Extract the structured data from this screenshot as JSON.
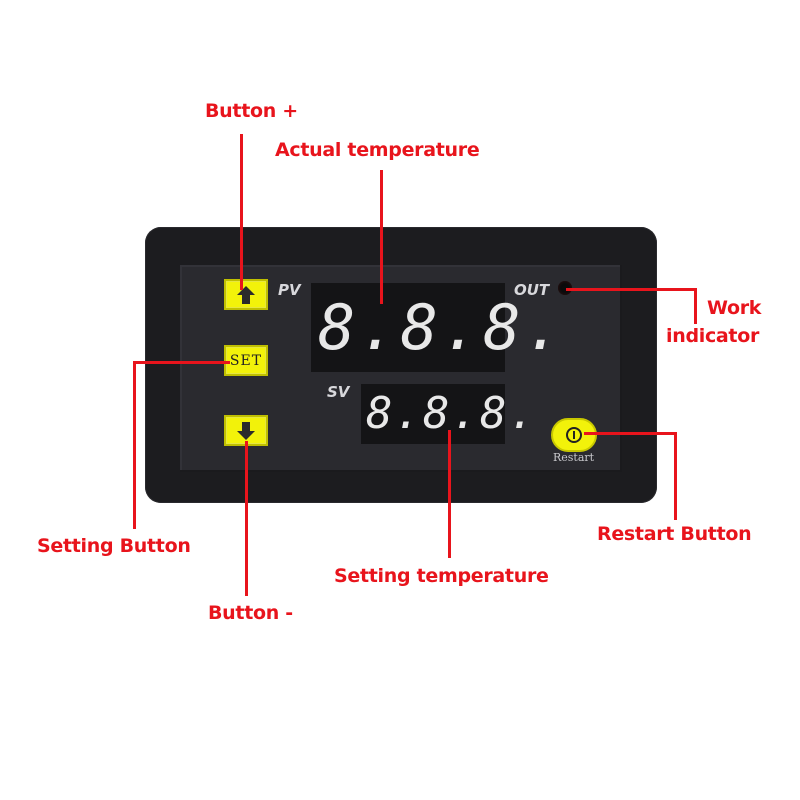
{
  "device": {
    "pv_tag": "PV",
    "sv_tag": "SV",
    "out_tag": "OUT",
    "pv_display": "8.8.8.",
    "sv_display": "8.8.8.",
    "buttons": {
      "up": {
        "icon": "up-arrow-icon",
        "glyph": "🡅"
      },
      "set": {
        "label": "SET"
      },
      "down": {
        "icon": "down-arrow-icon",
        "glyph": "🡇"
      },
      "restart": {
        "icon": "power-icon",
        "label": "Restart"
      }
    },
    "colors": {
      "body": "#1c1c1f",
      "face": "#2a2a2f",
      "key": "#f2f20a",
      "segment": "#e8e8e8"
    }
  },
  "callouts": {
    "button_plus": "Button +",
    "actual_temperature": "Actual temperature",
    "work_indicator_line1": "Work",
    "work_indicator_line2": "indicator",
    "setting_button": "Setting Button",
    "button_minus": "Button -",
    "setting_temperature": "Setting temperature",
    "restart_button": "Restart Button",
    "color": "#e8141c"
  }
}
